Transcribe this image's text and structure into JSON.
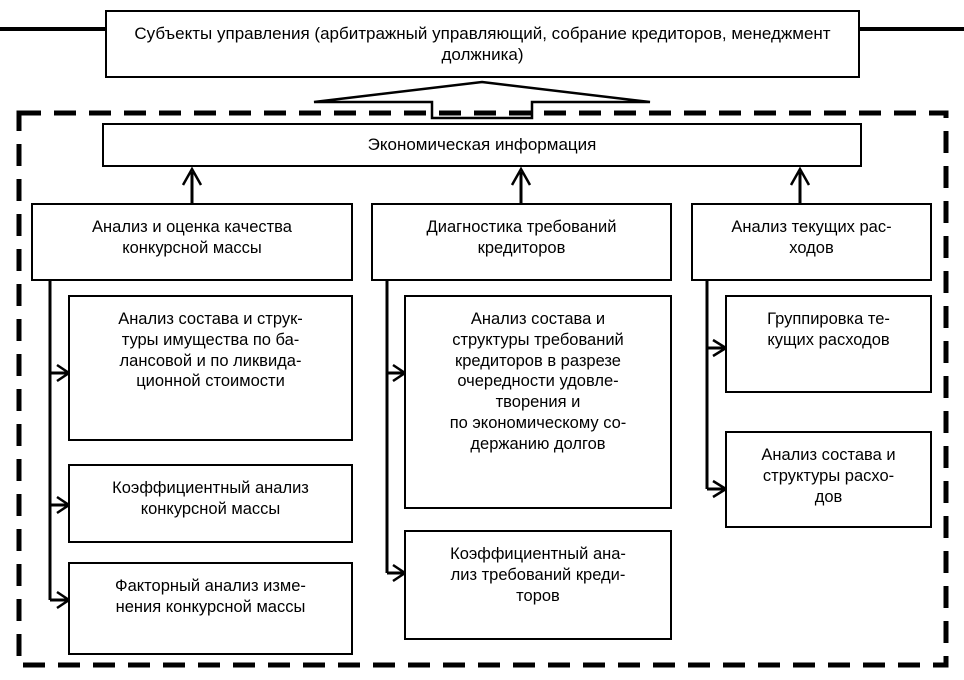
{
  "diagram": {
    "title_text": "Субъекты управления (арбитражный управляющий, собрание кредиторов, менеджмент должника)",
    "info_text": "Экономическая информация",
    "colors": {
      "stroke": "#000000",
      "background": "#ffffff"
    },
    "boundary": {
      "style": "dashed",
      "label": "dashed-system-boundary"
    },
    "columns": [
      {
        "id": "col-quality",
        "category": "Анализ и оценка качества\nконкурсной массы",
        "children": [
          "Анализ состава и струк-\nтуры имущества по ба-\nлансовой и по ликвида-\nционной стоимости",
          "Коэффициентный анализ\nконкурсной массы",
          "Факторный анализ изме-\nнения конкурсной массы"
        ]
      },
      {
        "id": "col-creditors",
        "category": "Диагностика требований\nкредиторов",
        "children": [
          "Анализ состава и\nструктуры требований\nкредиторов в разрезе\nочередности удовле-\nтворения и\nпо экономическому со-\nдержанию долгов",
          "Коэффициентный ана-\nлиз требований креди-\nторов"
        ]
      },
      {
        "id": "col-expenses",
        "category": "Анализ текущих рас-\nходов",
        "children": [
          "Группировка те-\nкущих расходов",
          "Анализ состава и\nструктуры расхо-\nдов"
        ]
      }
    ]
  }
}
